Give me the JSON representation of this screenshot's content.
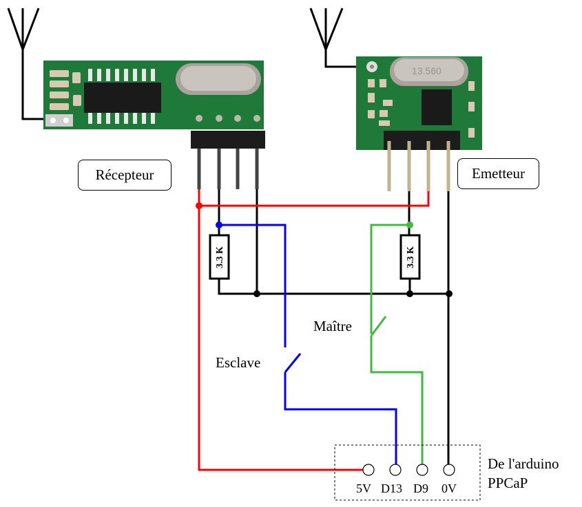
{
  "modules": {
    "receiver_label": "Récepteur",
    "emitter_label": "Emetteur",
    "crystal_marking": "13.560"
  },
  "resistors": [
    {
      "value": "3.3 K"
    },
    {
      "value": "3.3 K"
    }
  ],
  "switches": {
    "slave_label": "Esclave",
    "master_label": "Maître"
  },
  "arduino": {
    "title_line1": "De l'arduino",
    "title_line2": "PPCaP",
    "pins": [
      "5V",
      "D13",
      "D9",
      "0V"
    ]
  },
  "colors": {
    "power_5v": "#ff0000",
    "d13_wire": "#0000ff",
    "d9_wire": "#3cbc3c",
    "ground": "#000000",
    "pcb": "#1f7a3a"
  }
}
